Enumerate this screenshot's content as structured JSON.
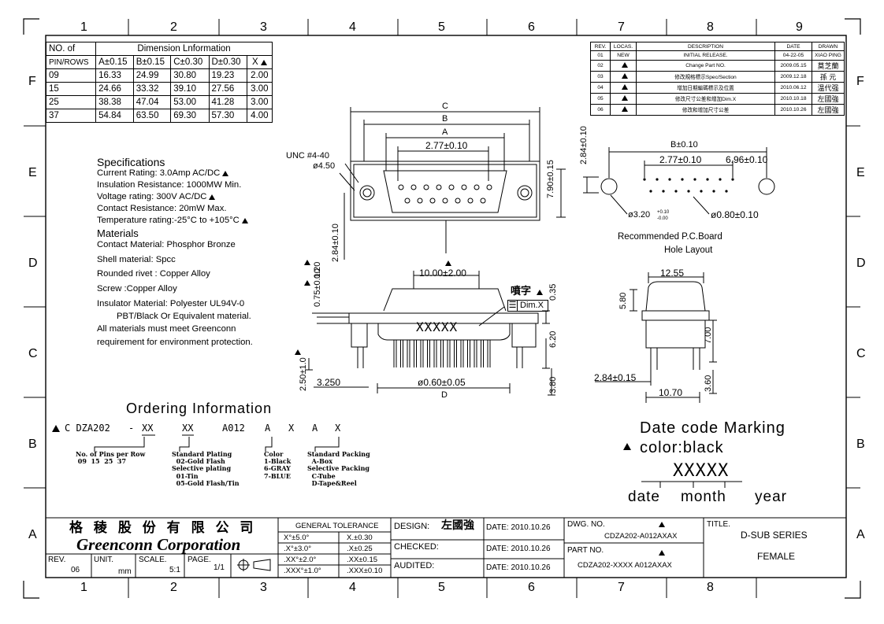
{
  "grid": {
    "columns": [
      "1",
      "2",
      "3",
      "4",
      "5",
      "6",
      "7",
      "8",
      "9"
    ],
    "rows": [
      "F",
      "E",
      "D",
      "C",
      "B",
      "A"
    ]
  },
  "dimension_table": {
    "title": "Dimension Lnformation",
    "no_of": "NO. of",
    "pin_rows": "PIN/ROWS",
    "headers": [
      "A±0.15",
      "B±0.15",
      "C±0.30",
      "D±0.30",
      "X"
    ],
    "rows": [
      [
        "09",
        "16.33",
        "24.99",
        "30.80",
        "19.23",
        "2.00"
      ],
      [
        "15",
        "24.66",
        "33.32",
        "39.10",
        "27.56",
        "3.00"
      ],
      [
        "25",
        "38.38",
        "47.04",
        "53.00",
        "41.28",
        "3.00"
      ],
      [
        "37",
        "54.84",
        "63.50",
        "69.30",
        "57.30",
        "4.00"
      ]
    ]
  },
  "revision_table": {
    "headers": [
      "REV.",
      "LOCAS.",
      "DESCRIPTION",
      "DATE",
      "DRAWN"
    ],
    "rows": [
      [
        "01",
        "NEW",
        "INITIAL RELEASE.",
        "04-22-05",
        "XIAO PING"
      ],
      [
        "02",
        "",
        "Change Part NO.",
        "2009.05.15",
        "莫芝蘭"
      ],
      [
        "03",
        "",
        "修改規格標示Spec/Section",
        "2009.12.18",
        "孫 元"
      ],
      [
        "04",
        "",
        "增加日期編碼標示及位置",
        "2010.06.12",
        "温代强"
      ],
      [
        "05",
        "",
        "修改尺寸公差和增加Dim.X",
        "2010.10.18",
        "左國強"
      ],
      [
        "06",
        "",
        "修改和增加尺寸公差",
        "2010.10.26",
        "左國強"
      ]
    ]
  },
  "specifications": {
    "heading": "Specifications",
    "lines": [
      "Current Rating: 3.0Amp AC/DC",
      "Insulation Resistance: 1000MW Min.",
      "Voltage rating: 300V AC/DC",
      "Contact Resistance: 20mW Max.",
      "Temperature rating:-25°C to +105°C"
    ],
    "materials_heading": "Materials",
    "materials": [
      "Contact Material: Phosphor Bronze",
      "Shell material: Spcc",
      "Rounded rivet : Copper Alloy",
      "Screw :Copper Alloy",
      "Insulator Material: Polyester UL94V-0",
      "PBT/Black Or Equivalent material.",
      "All materials must meet Greenconn",
      "requirement for environment protection."
    ]
  },
  "front_view": {
    "dim_c": "C",
    "dim_b": "B",
    "dim_a": "A",
    "pitch": "2.77±0.10",
    "unc": "UNC #4-40",
    "hole": "ø4.50",
    "height": "7.90±0.15",
    "offset": "2.84±0.10"
  },
  "pcb_layout": {
    "b_dim": "B±0.10",
    "pitch": "2.77±0.10",
    "offset": "6.96±0.10",
    "row_spacing": "2.84±0.10",
    "mount_hole": "ø3.20",
    "mount_tol_plus": "+0.10",
    "mount_tol_minus": "-0.00",
    "pin_hole": "ø0.80±0.10",
    "caption_1": "Recommended P.C.Board",
    "caption_2": "Hole Layout"
  },
  "side_view": {
    "width": "10.00±2.00",
    "marking": "XXXXX",
    "print_label": "噴字",
    "dim_x": "Dim.X",
    "dim_035": "0.35",
    "dim_620": "6.20",
    "dim_380": "3.80",
    "dim_020": "0.20",
    "dim_075": "0.75±0.10",
    "dim_250": "2.50±1.0",
    "dim_3250": "3.250",
    "pin_dia": "ø0.60±0.05",
    "dim_d": "D"
  },
  "end_view": {
    "width": "12.55",
    "h580": "5.80",
    "h700": "7.00",
    "h360": "3.60",
    "row": "2.84±0.15",
    "depth": "10.70"
  },
  "ordering": {
    "title": "Ordering Information",
    "code": [
      {
        "text": "C DZA202",
        "note": "No. of Pins per Row\n 09  15  25  37"
      },
      {
        "text": "-",
        "note": ""
      },
      {
        "text": "XX",
        "note": ""
      },
      {
        "text": "XX",
        "note": "Standard Plating\n  02-Gold Flash\nSelective plating\n  01-Tin\n  05-Gold Flash/Tin"
      },
      {
        "text": "A012",
        "note": ""
      },
      {
        "text": "A",
        "note": ""
      },
      {
        "text": "X",
        "note": "Color\n1-Black\n6-GRAY\n7-BLUE"
      },
      {
        "text": "A",
        "note": ""
      },
      {
        "text": "X",
        "note": "Standard Packing\n  A-Box\nSelective Packing\n  C-Tube\n  D-Tape&Reel"
      }
    ]
  },
  "date_code": {
    "title": "Date code Marking",
    "color": "color:black",
    "marking": "XXXXX",
    "label_date": "date",
    "label_month": "month",
    "label_year": "year"
  },
  "title_block": {
    "company_cn": "格 稜 股 份 有 限 公 司",
    "company_en": "Greenconn Corporation",
    "rev_label": "REV.",
    "rev": "06",
    "unit_label": "UNIT.",
    "unit": "mm",
    "scale_label": "SCALE.",
    "scale": "5:1",
    "page_label": "PAGE.",
    "page": "1/1",
    "tolerance_header": "GENERAL TOLERANCE",
    "tolerances": [
      [
        "X°±5.0°",
        "X.±0.30"
      ],
      [
        ".X°±3.0°",
        ".X±0.25"
      ],
      [
        ".XX°±2.0°",
        ".XX±0.15"
      ],
      [
        ".XXX°±1.0°",
        ".XXX±0.10"
      ]
    ],
    "design_label": "DESIGN:",
    "designer": "左國強",
    "checked_label": "CHECKED:",
    "audited_label": "AUDITED:",
    "date_label": "DATE:",
    "dates": [
      "2010.10.26",
      "2010.10.26",
      "2010.10.26"
    ],
    "dwg_label": "DWG. NO.",
    "dwg_no": "CDZA202-A012AXAX",
    "part_label": "PART NO.",
    "part_no": "CDZA202-XXXX A012AXAX",
    "title_label": "TITLE.",
    "title_1": "D-SUB SERIES",
    "title_2": "FEMALE"
  }
}
